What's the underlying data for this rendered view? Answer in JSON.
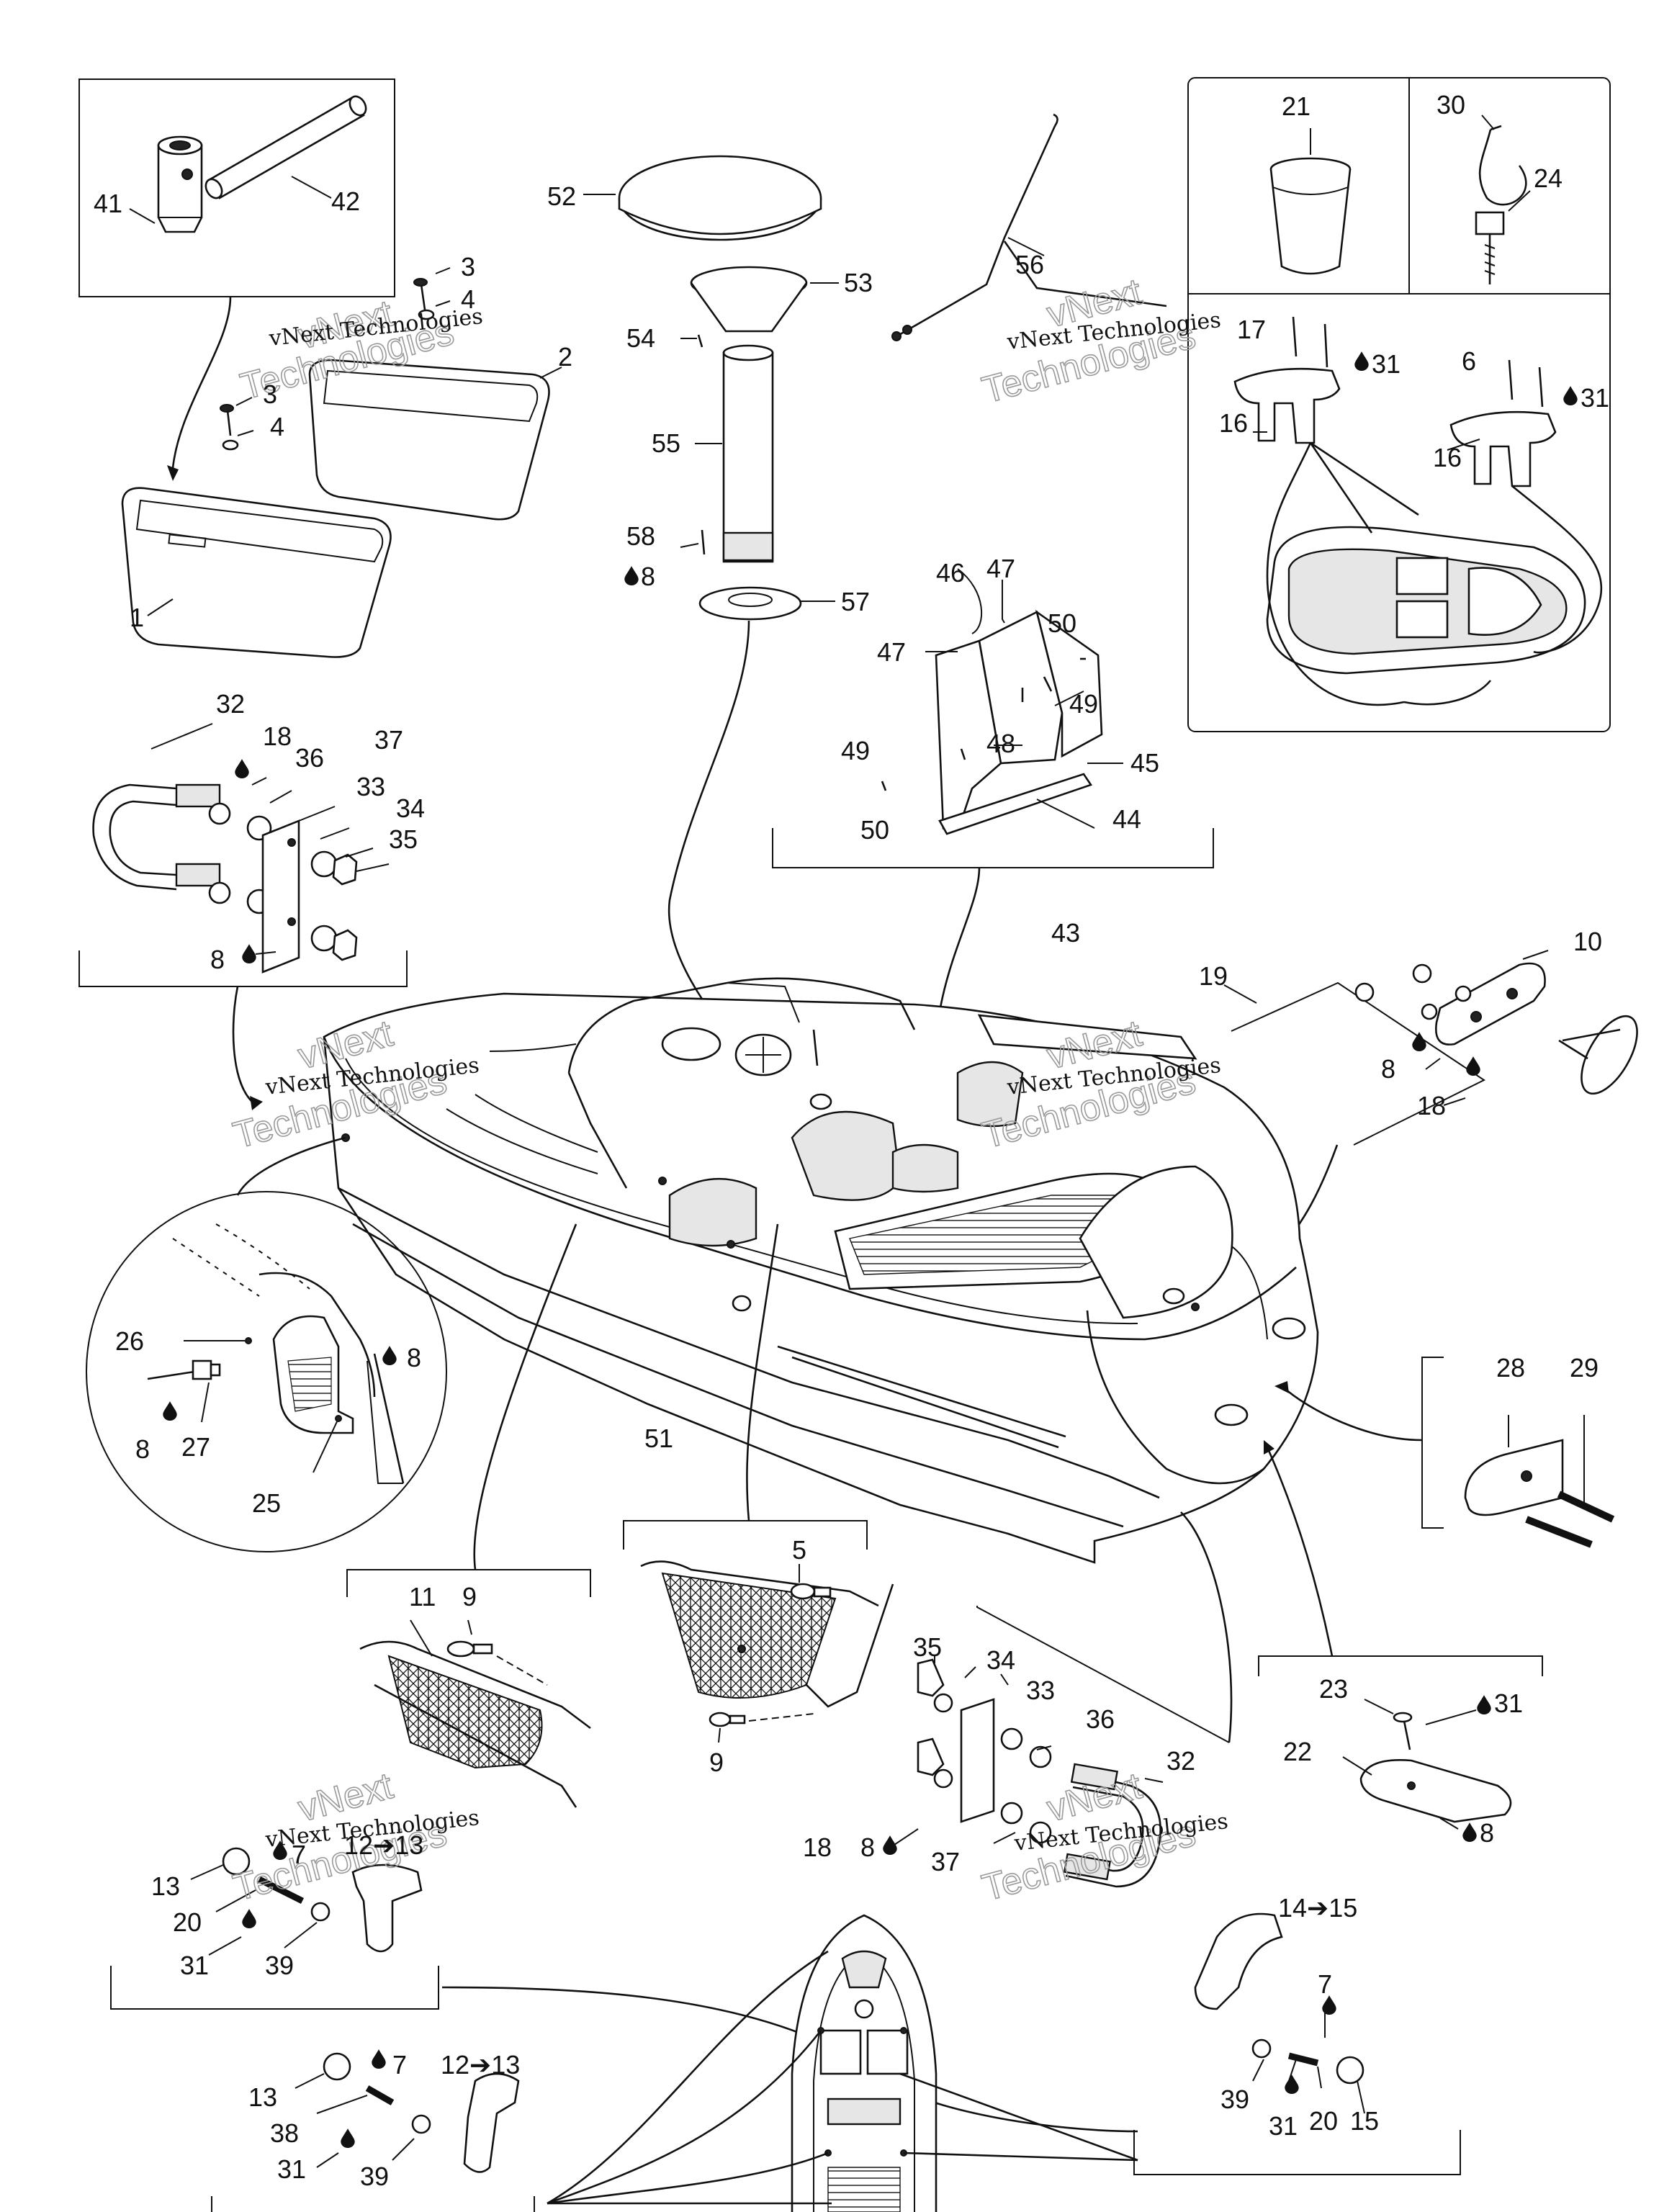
{
  "watermark": {
    "line1": "vNext",
    "line2": "Technologies",
    "full": "vNext Technologies"
  },
  "arrow_symbol": "➔",
  "callouts": {
    "c1": "1",
    "c2": "2",
    "c3": "3",
    "c4": "4",
    "c5": "5",
    "c6": "6",
    "c7": "7",
    "c8": "8",
    "c9": "9",
    "c10": "10",
    "c11": "11",
    "c12_13": "12➔13",
    "c13": "13",
    "c14_15": "14➔15",
    "c15": "15",
    "c16": "16",
    "c17": "17",
    "c18": "18",
    "c19": "19",
    "c20": "20",
    "c21": "21",
    "c22": "22",
    "c23": "23",
    "c24": "24",
    "c25": "25",
    "c26": "26",
    "c27": "27",
    "c28": "28",
    "c29": "29",
    "c30": "30",
    "c31": "31",
    "c32": "32",
    "c33": "33",
    "c34": "34",
    "c35": "35",
    "c36": "36",
    "c37": "37",
    "c38": "38",
    "c39": "39",
    "c41": "41",
    "c42": "42",
    "c43": "43",
    "c44": "44",
    "c45": "45",
    "c46": "46",
    "c47": "47",
    "c48": "48",
    "c49": "49",
    "c50": "50",
    "c51": "51",
    "c52": "52",
    "c53": "53",
    "c54": "54",
    "c55": "55",
    "c56": "56",
    "c57": "57",
    "c58": "58"
  },
  "icons": {
    "drop": "adhesive-drop-icon",
    "arrow": "arrow-right-icon"
  }
}
